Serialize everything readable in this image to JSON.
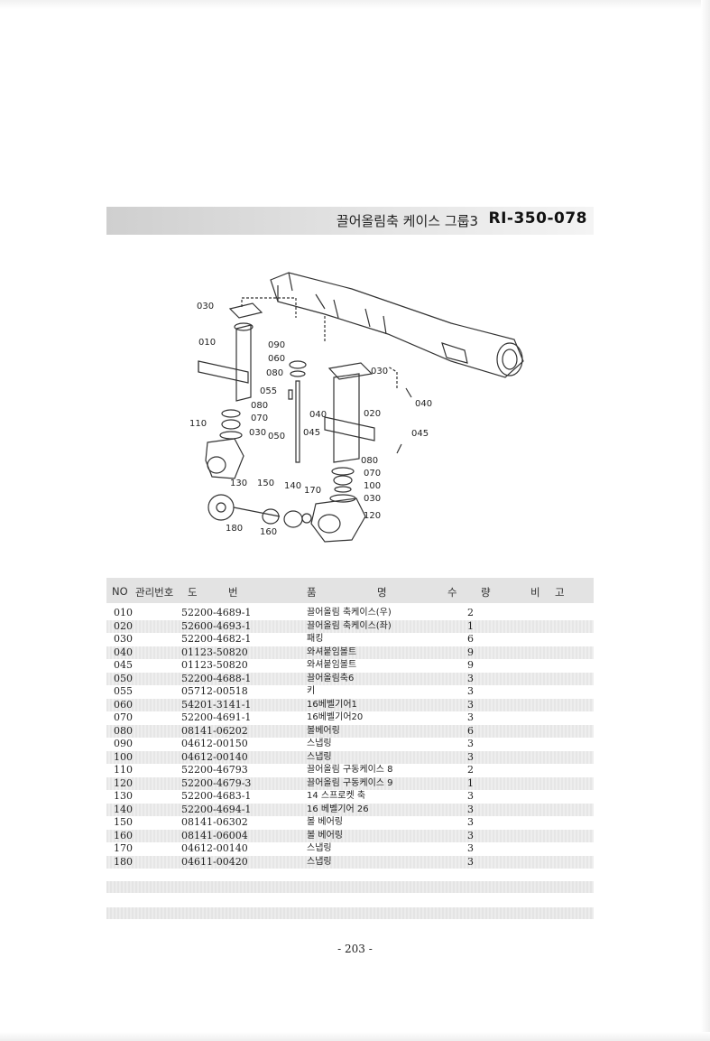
{
  "header": {
    "title": "끌어올림축 케이스 그룹3",
    "code": "RI-350-078"
  },
  "diagram": {
    "callouts": [
      "030",
      "010",
      "090",
      "060",
      "080",
      "055",
      "080",
      "070",
      "110",
      "030",
      "040",
      "020",
      "030",
      "040",
      "045",
      "050",
      "045",
      "080",
      "070",
      "100",
      "030",
      "120",
      "130",
      "150",
      "140",
      "170",
      "180",
      "160"
    ]
  },
  "table": {
    "headers": {
      "no": "NO",
      "mgmt": "관리번호",
      "drawing_1": "도",
      "drawing_2": "번",
      "name_1": "품",
      "name_2": "명",
      "qty_1": "수",
      "qty_2": "량",
      "note_1": "비",
      "note_2": "고"
    },
    "rows": [
      {
        "no": "010",
        "drawing": "52200-4689-1",
        "name": "끌어올림 축케이스(우)",
        "qty": "2"
      },
      {
        "no": "020",
        "drawing": "52600-4693-1",
        "name": "끌어올림 축케이스(좌)",
        "qty": "1"
      },
      {
        "no": "030",
        "drawing": "52200-4682-1",
        "name": "패킹",
        "qty": "6"
      },
      {
        "no": "040",
        "drawing": "01123-50820",
        "name": "와셔붙임볼트",
        "qty": "9"
      },
      {
        "no": "045",
        "drawing": "01123-50820",
        "name": "와셔붙임볼트",
        "qty": "9"
      },
      {
        "no": "050",
        "drawing": "52200-4688-1",
        "name": "끌어올림축6",
        "qty": "3"
      },
      {
        "no": "055",
        "drawing": "05712-00518",
        "name": "키",
        "qty": "3"
      },
      {
        "no": "060",
        "drawing": "54201-3141-1",
        "name": "16베벨기어1",
        "qty": "3"
      },
      {
        "no": "070",
        "drawing": "52200-4691-1",
        "name": "16베벨기어20",
        "qty": "3"
      },
      {
        "no": "080",
        "drawing": "08141-06202",
        "name": "볼베어링",
        "qty": "6"
      },
      {
        "no": "090",
        "drawing": "04612-00150",
        "name": "스냅링",
        "qty": "3"
      },
      {
        "no": "100",
        "drawing": "04612-00140",
        "name": "스냅링",
        "qty": "3"
      },
      {
        "no": "110",
        "drawing": "52200-46793",
        "name": "끌어올림 구동케이스 8",
        "qty": "2"
      },
      {
        "no": "120",
        "drawing": "52200-4679-3",
        "name": "끌어올림 구동케이스 9",
        "qty": "1"
      },
      {
        "no": "130",
        "drawing": "52200-4683-1",
        "name": "14 스프로켓 축",
        "qty": "3"
      },
      {
        "no": "140",
        "drawing": "52200-4694-1",
        "name": "16 베벨기어 26",
        "qty": "3"
      },
      {
        "no": "150",
        "drawing": "08141-06302",
        "name": "볼 베어링",
        "qty": "3"
      },
      {
        "no": "160",
        "drawing": "08141-06004",
        "name": "볼 베어링",
        "qty": "3"
      },
      {
        "no": "170",
        "drawing": "04612-00140",
        "name": "스냅링",
        "qty": "3"
      },
      {
        "no": "180",
        "drawing": "04611-00420",
        "name": "스냅링",
        "qty": "3"
      }
    ]
  },
  "footer": {
    "page": "- 203 -"
  }
}
